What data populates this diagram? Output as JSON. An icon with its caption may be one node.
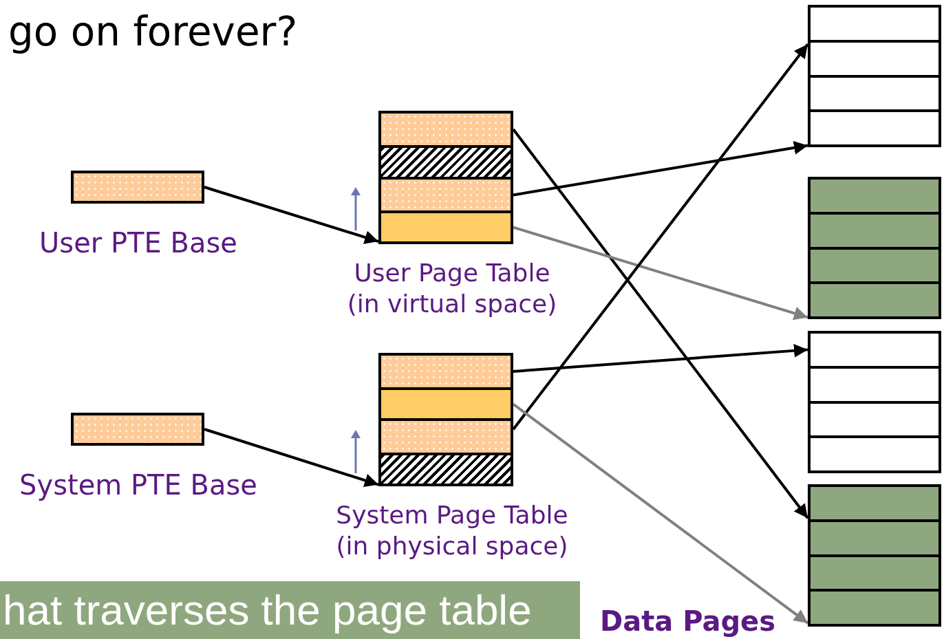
{
  "diagram": {
    "title": "go on forever?",
    "nodes": [
      {
        "text": [],
        "shape": "box",
        "beside": [
          "User PTE Base"
        ]
      },
      {
        "text": [],
        "shape": "box",
        "beside": [
          "System PTE Base"
        ]
      },
      {
        "text": [],
        "shape": "box",
        "beside": [
          "User Page Table (in virtual space)"
        ]
      },
      {
        "text": [],
        "shape": "box",
        "in": 2
      },
      {
        "text": [],
        "shape": "box",
        "in": 2
      },
      {
        "text": [],
        "shape": "box",
        "in": 2
      },
      {
        "text": [],
        "shape": "box",
        "in": 2
      },
      {
        "text": [],
        "shape": "box",
        "beside": [
          "System Page Table (in physical space)"
        ]
      },
      {
        "text": [],
        "shape": "box",
        "in": 7
      },
      {
        "text": [],
        "shape": "box",
        "in": 7
      },
      {
        "text": [],
        "shape": "box",
        "in": 7
      },
      {
        "text": [],
        "shape": "box",
        "in": 7
      },
      {
        "text": [],
        "shape": "box"
      },
      {
        "text": [],
        "shape": "box",
        "in": 12
      },
      {
        "text": [],
        "shape": "box",
        "in": 12
      },
      {
        "text": [],
        "shape": "box",
        "in": 12
      },
      {
        "text": [],
        "shape": "box",
        "in": 12
      },
      {
        "text": [],
        "shape": "box"
      },
      {
        "text": [],
        "shape": "box",
        "in": 17
      },
      {
        "text": [],
        "shape": "box",
        "in": 17
      },
      {
        "text": [],
        "shape": "box",
        "in": 17
      },
      {
        "text": [],
        "shape": "box",
        "in": 17
      },
      {
        "text": [],
        "shape": "box"
      },
      {
        "text": [],
        "shape": "box",
        "in": 22
      },
      {
        "text": [],
        "shape": "box",
        "in": 22
      },
      {
        "text": [],
        "shape": "box",
        "in": 22
      },
      {
        "text": [],
        "shape": "box",
        "in": 22
      },
      {
        "text": [],
        "shape": "box"
      },
      {
        "text": [],
        "shape": "box",
        "in": 27
      },
      {
        "text": [],
        "shape": "box",
        "in": 27
      },
      {
        "text": [],
        "shape": "box",
        "in": 27
      },
      {
        "text": [],
        "shape": "box",
        "in": 27
      },
      {
        "text": [
          "hat traverses the page table"
        ]
      }
    ],
    "edges": [
      {
        "from": 0,
        "to": 6,
        "arrow": "to"
      },
      {
        "from": 1,
        "to": 11,
        "arrow": "to"
      },
      {
        "from": 3,
        "to": 28,
        "arrow": "to"
      },
      {
        "from": 5,
        "to": 16,
        "arrow": "to"
      },
      {
        "from": 6,
        "to": 21,
        "arrow": "to",
        "color": "#808080"
      },
      {
        "from": 8,
        "to": 23,
        "arrow": "to"
      },
      {
        "from": 10,
        "to": 14,
        "arrow": "to"
      },
      {
        "from": 9,
        "to": 31,
        "arrow": "to",
        "color": "#808080"
      }
    ],
    "labels": [
      "Data Pages"
    ]
  }
}
